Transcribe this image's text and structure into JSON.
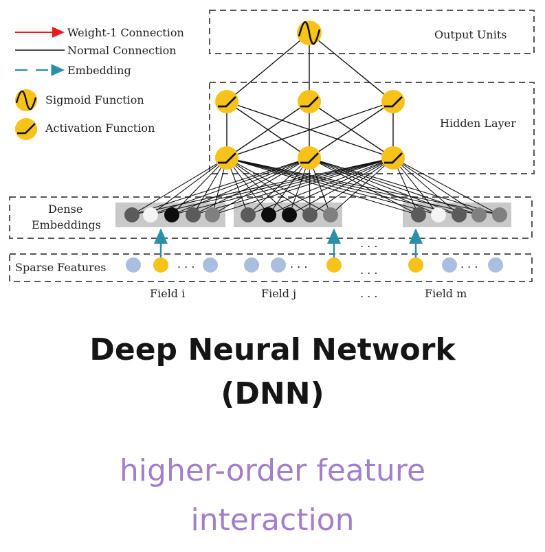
{
  "legend": {
    "weight_connection": "Weight-1 Connection",
    "normal_connection": "Normal Connection",
    "embedding": "Embedding",
    "sigmoid_function": "Sigmoid Function",
    "activation_function": "Activation Function"
  },
  "layers": {
    "output_units": "Output Units",
    "hidden_layer": "Hidden Layer",
    "dense_embeddings_line1": "Dense",
    "dense_embeddings_line2": "Embeddings",
    "sparse_features": "Sparse Features"
  },
  "fields": {
    "field_i": "Field i",
    "field_j": "Field j",
    "field_m": "Field m",
    "ellipsis": ". . ."
  },
  "title_line1": "Deep Neural Network",
  "title_line2": "(DNN)",
  "subtitle_line1": "higher-order feature",
  "subtitle_line2": "interaction",
  "colors": {
    "node": "#f7c31a",
    "sparse_off": "#aabfdf",
    "embedding_arrow": "#2a8fa8",
    "weight_arrow": "#e81c1c",
    "subtitle": "#a27fc9"
  }
}
